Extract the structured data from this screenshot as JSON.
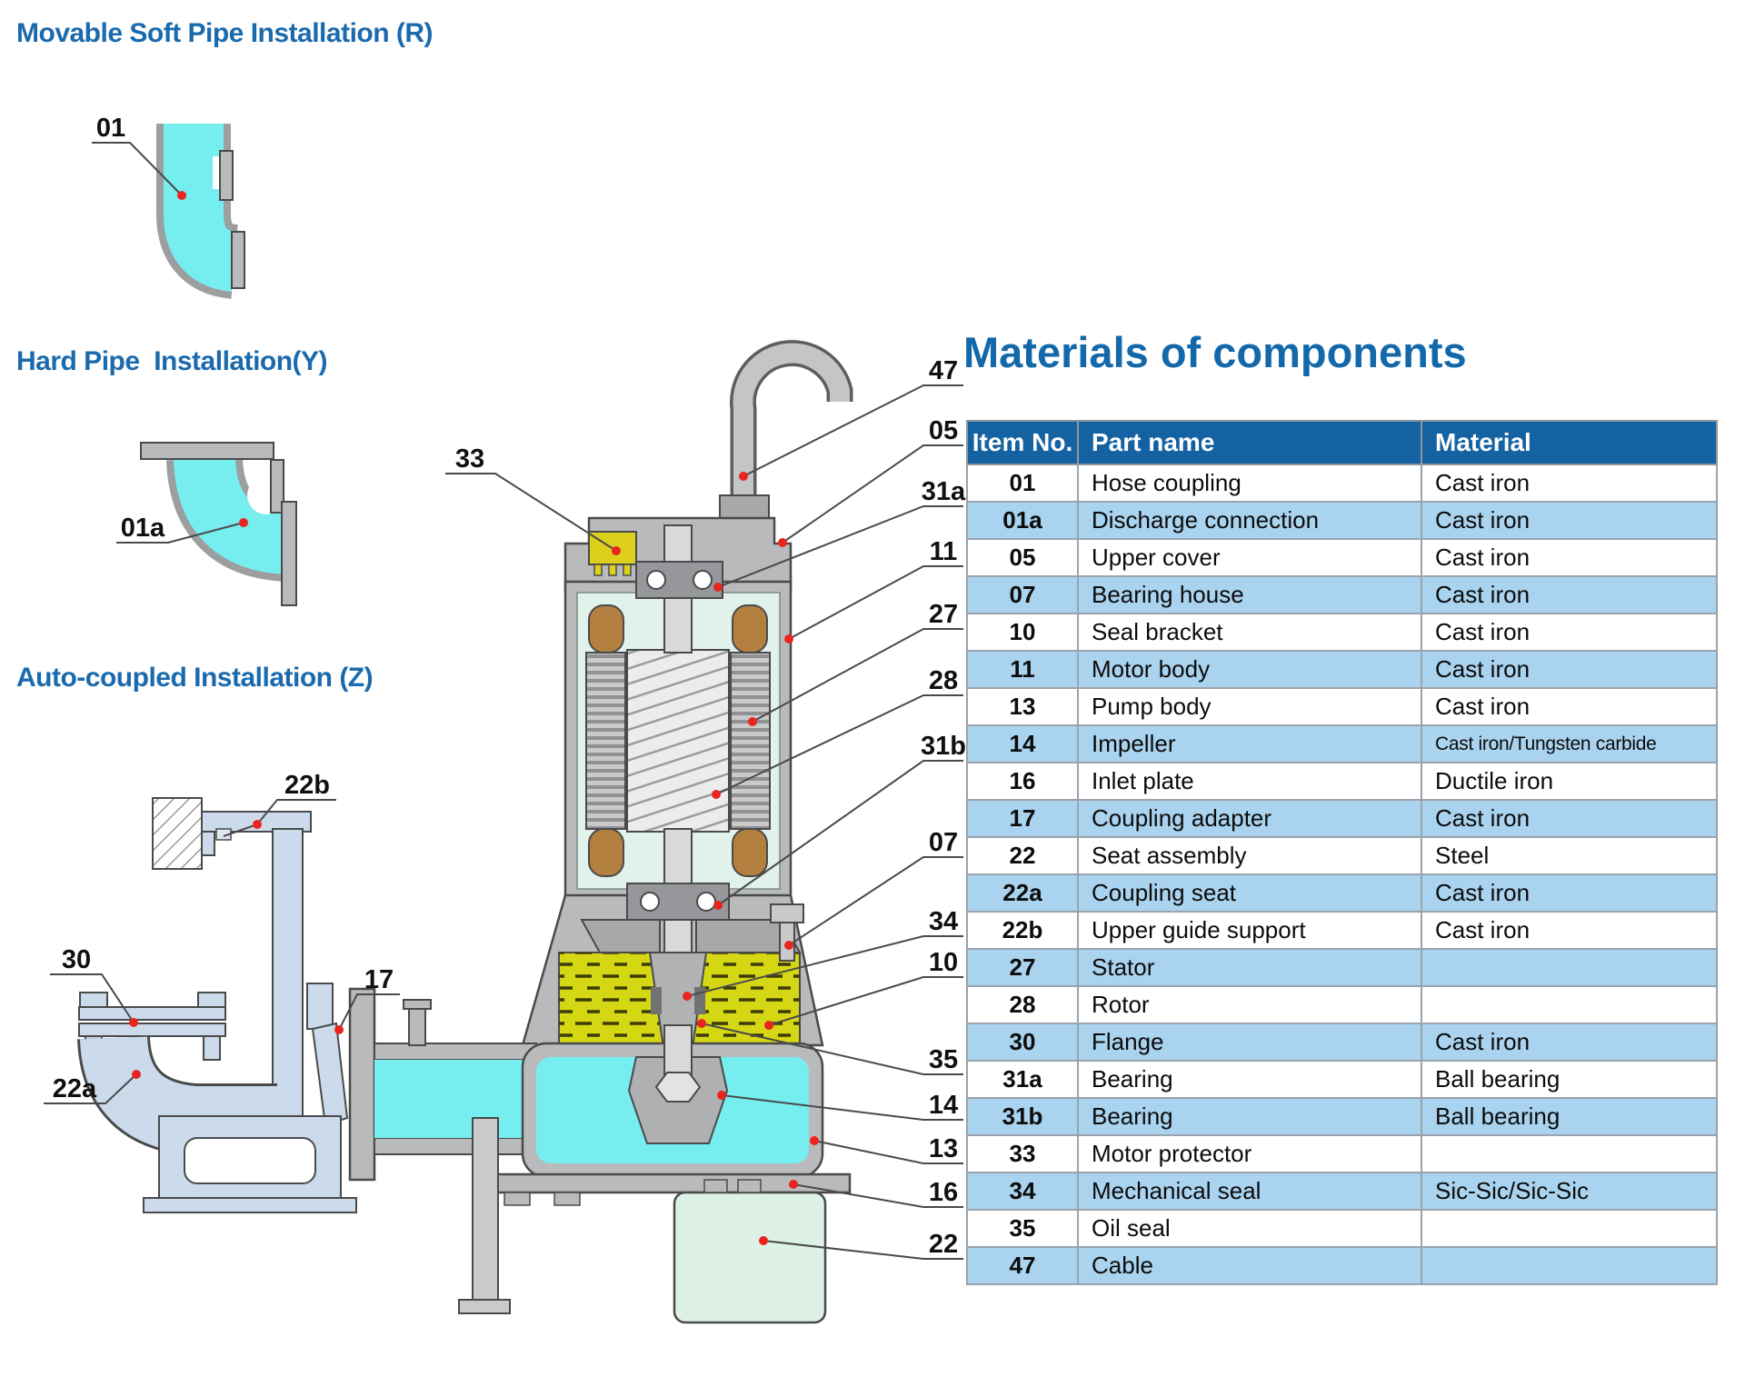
{
  "headings": {
    "movable": "Movable Soft Pipe Installation (R)",
    "hard": "Hard Pipe  Installation(Y)",
    "auto": "Auto-coupled Installation (Z)"
  },
  "materials_table": {
    "title": "Materials of components",
    "columns": [
      "Item No.",
      "Part name",
      "Material"
    ],
    "rows": [
      {
        "item": "01",
        "part": "Hose coupling",
        "material": "Cast iron"
      },
      {
        "item": "01a",
        "part": "Discharge connection",
        "material": "Cast iron"
      },
      {
        "item": "05",
        "part": "Upper cover",
        "material": "Cast iron"
      },
      {
        "item": "07",
        "part": "Bearing house",
        "material": "Cast iron"
      },
      {
        "item": "10",
        "part": "Seal bracket",
        "material": "Cast iron"
      },
      {
        "item": "11",
        "part": "Motor body",
        "material": "Cast iron"
      },
      {
        "item": "13",
        "part": "Pump body",
        "material": "Cast iron"
      },
      {
        "item": "14",
        "part": "Impeller",
        "material": "Cast iron/Tungsten carbide"
      },
      {
        "item": "16",
        "part": "Inlet plate",
        "material": "Ductile iron"
      },
      {
        "item": "17",
        "part": "Coupling adapter",
        "material": "Cast iron"
      },
      {
        "item": "22",
        "part": "Seat assembly",
        "material": "Steel"
      },
      {
        "item": "22a",
        "part": "Coupling seat",
        "material": "Cast iron"
      },
      {
        "item": "22b",
        "part": "Upper guide support",
        "material": "Cast iron"
      },
      {
        "item": "27",
        "part": "Stator",
        "material": ""
      },
      {
        "item": "28",
        "part": "Rotor",
        "material": ""
      },
      {
        "item": "30",
        "part": "Flange",
        "material": "Cast iron"
      },
      {
        "item": "31a",
        "part": "Bearing",
        "material": "Ball bearing"
      },
      {
        "item": "31b",
        "part": "Bearing",
        "material": "Ball bearing"
      },
      {
        "item": "33",
        "part": "Motor protector",
        "material": ""
      },
      {
        "item": "34",
        "part": "Mechanical seal",
        "material": "Sic-Sic/Sic-Sic"
      },
      {
        "item": "35",
        "part": "Oil seal",
        "material": ""
      },
      {
        "item": "47",
        "part": "Cable",
        "material": ""
      }
    ]
  },
  "callouts": {
    "01": "01",
    "01a": "01a",
    "22b": "22b",
    "30": "30",
    "17": "17",
    "22a": "22a",
    "33": "33",
    "47": "47",
    "05": "05",
    "31a": "31a",
    "11": "11",
    "27": "27",
    "28": "28",
    "31b": "31b",
    "07": "07",
    "34": "34",
    "10": "10",
    "35": "35",
    "14": "14",
    "13": "13",
    "16": "16",
    "22": "22"
  },
  "colors": {
    "heading_blue": "#1a6aad",
    "table_header_bg": "#1562a3",
    "table_row_alt": "#a9d3ee",
    "fluid_cyan": "#76eef0",
    "interior_green": "#e0f2e9",
    "oil_yellow": "#d5d714",
    "winding_brown": "#b3803f",
    "metal_gray": "#b9babc",
    "install_blue": "#ccdbec",
    "marker_red": "#e8251f"
  }
}
